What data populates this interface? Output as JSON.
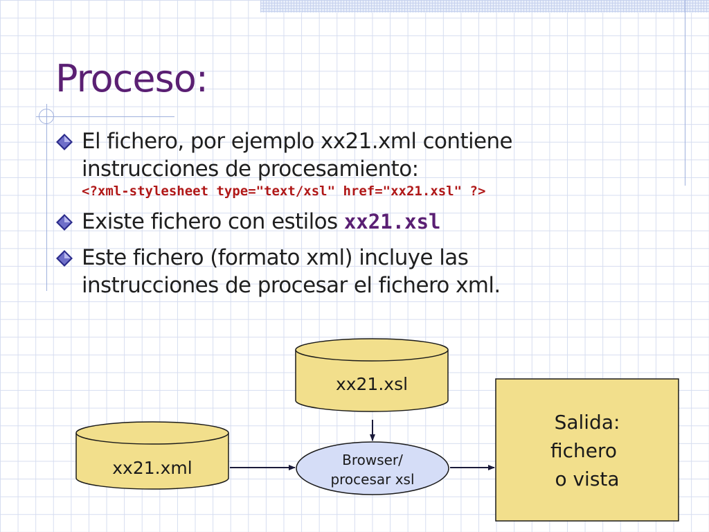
{
  "slide": {
    "title": "Proceso:",
    "bullets": [
      {
        "line1": "El fichero, por ejemplo xx21.xml contiene",
        "line2": "instrucciones de procesamiento:",
        "code": "<?xml-stylesheet type=\"text/xsl\" href=\"xx21.xsl\" ?>"
      },
      {
        "text": "Existe fichero con estilos ",
        "code": "xx21.xsl"
      },
      {
        "line1": "Este fichero (formato xml) incluye las",
        "line2": "instrucciones de procesar el fichero xml."
      }
    ],
    "bullet_icon": "diamond-bullet-icon"
  },
  "diagram": {
    "xsl_db": {
      "label": "xx21.xsl"
    },
    "xml_db": {
      "label": "xx21.xml"
    },
    "browser": {
      "line1": "Browser/",
      "line2": "procesar xsl"
    },
    "output": {
      "line1": "Salida:",
      "line2": "fichero",
      "line3": "o vista"
    }
  },
  "colors": {
    "title": "#5a1f73",
    "code": "#b01818",
    "db_fill": "#f2df8c",
    "browser_fill": "#d5ddf7",
    "output_fill": "#f2df8c",
    "grid": "#d6ddf0"
  }
}
